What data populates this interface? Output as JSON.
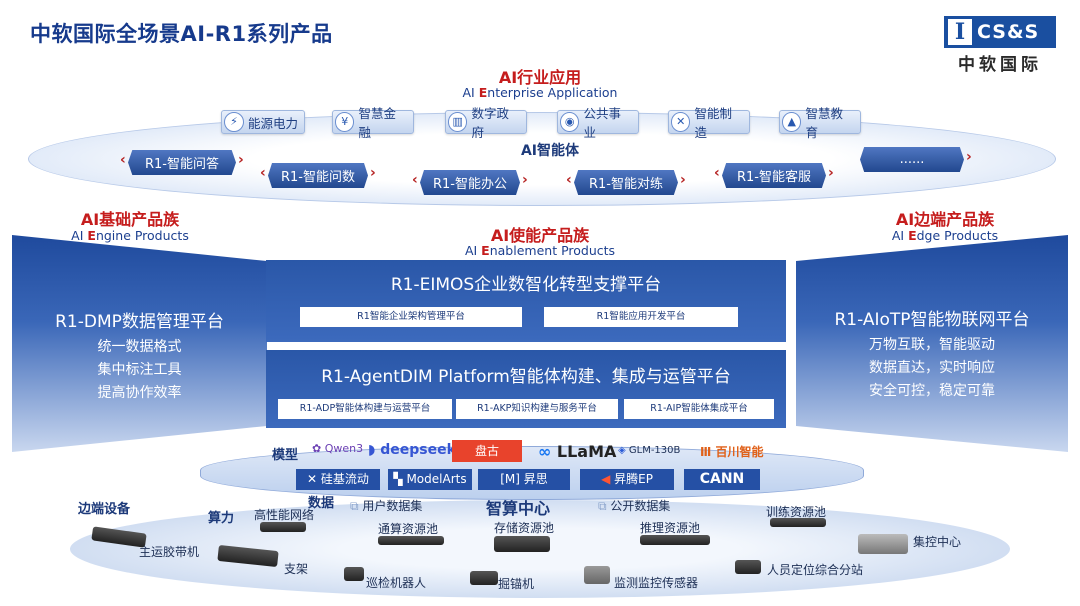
{
  "title": "中软国际全场景AI-R1系列产品",
  "logo": {
    "mark": "I",
    "brand": "CS&S",
    "cn": "中软国际"
  },
  "industry": {
    "title": "AI行业应用",
    "subtitle_pre": "AI ",
    "subtitle_hl": "E",
    "subtitle_post": "nterprise Application",
    "items": [
      "能源电力",
      "智慧金融",
      "数字政府",
      "公共事业",
      "智能制造",
      "智慧教育"
    ]
  },
  "agent_layer": {
    "title": "AI智能体",
    "items": [
      "R1-智能问答",
      "R1-智能问数",
      "R1-智能办公",
      "R1-智能对练",
      "R1-智能客服",
      "......"
    ]
  },
  "engine": {
    "title": "AI基础产品族",
    "subtitle_pre": "AI ",
    "subtitle_hl": "E",
    "subtitle_post": "ngine Products",
    "platform": "R1-DMP数据管理平台",
    "features": [
      "统一数据格式",
      "集中标注工具",
      "提高协作效率"
    ]
  },
  "enablement": {
    "title": "AI使能产品族",
    "subtitle_pre": "AI ",
    "subtitle_hl": "E",
    "subtitle_post": "nablement Products",
    "eimos": {
      "title": "R1-EIMOS企业数智化转型支撑平台",
      "subs": [
        "R1智能企业架构管理平台",
        "R1智能应用开发平台"
      ]
    },
    "agentdim": {
      "title": "R1-AgentDIM Platform智能体构建、集成与运管平台",
      "subs": [
        "R1-ADP智能体构建与运营平台",
        "R1-AKP知识构建与服务平台",
        "R1-AIP智能体集成平台"
      ]
    }
  },
  "edge": {
    "title": "AI边端产品族",
    "subtitle_pre": "AI ",
    "subtitle_hl": "E",
    "subtitle_post": "dge Products",
    "platform": "R1-AIoTP智能物联网平台",
    "features": [
      "万物互联，智能驱动",
      "数据直达，实时响应",
      "安全可控，稳定可靠"
    ]
  },
  "models": {
    "label": "模型",
    "items": [
      "Qwen3",
      "deepseek",
      "盘古",
      "LLaMA",
      "GLM-130B",
      "百川智能"
    ],
    "platforms": [
      "硅基流动",
      "ModelArts",
      "昇思",
      "昇腾EP",
      "CANN"
    ]
  },
  "compute": {
    "data_label": "数据",
    "power_label": "算力",
    "center": "智算中心",
    "user_data": "用户数据集",
    "public_data": "公开数据集",
    "resources": [
      "高性能网络",
      "通算资源池",
      "存储资源池",
      "推理资源池",
      "训练资源池"
    ]
  },
  "edge_devices": {
    "label": "边端设备",
    "items": [
      "主运胶带机",
      "支架",
      "巡检机器人",
      "掘锚机",
      "监测监控传感器",
      "人员定位综合分站",
      "集控中心"
    ]
  },
  "colors": {
    "primary": "#1f4a9d",
    "accent_red": "#c51d1d",
    "title_blue": "#163a8c"
  }
}
